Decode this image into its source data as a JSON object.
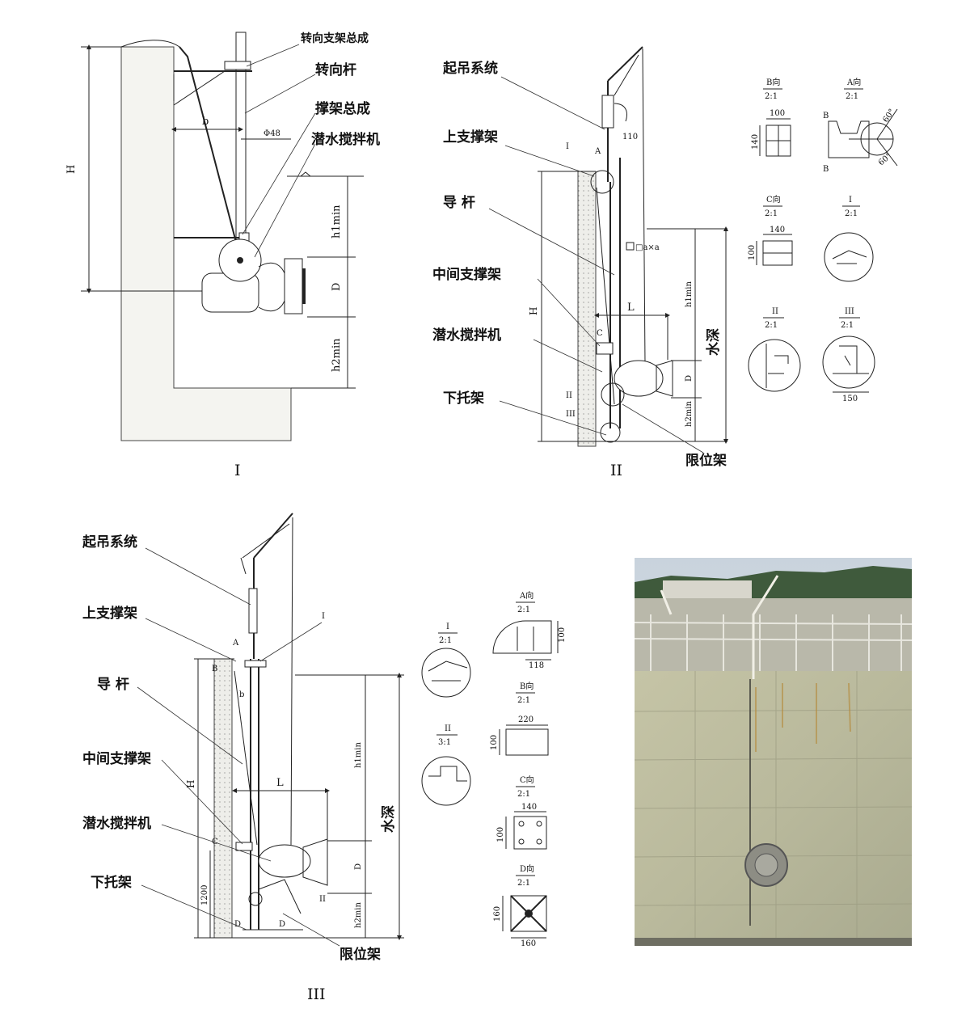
{
  "diagram1": {
    "labels": [
      "转向支架总成",
      "转向杆",
      "撑架总成",
      "潜水搅拌机"
    ],
    "dims": {
      "H": "H",
      "b": "b",
      "phi": "Φ48",
      "h1": "h1min",
      "D": "D",
      "h2": "h2min"
    },
    "caption": "I"
  },
  "diagram2": {
    "labels": [
      "起吊系统",
      "上支撑架",
      "导  杆",
      "中间支撑架",
      "潜水搅拌机",
      "下托架",
      "限位架"
    ],
    "dims": {
      "v110": "110",
      "A": "A",
      "I": "I",
      "square": "□a×a",
      "L": "L",
      "H": "H",
      "C": "C",
      "h1": "h1min",
      "D": "D",
      "h2": "h2min",
      "water": "水深",
      "II": "II",
      "III": "III"
    },
    "caption": "II"
  },
  "details2": {
    "B_title": "B向",
    "B_scale": "2:1",
    "B_w": "100",
    "B_h": "140",
    "A_title": "A向",
    "A_scale": "2:1",
    "A_ang1": "60°",
    "A_ang2": "60°",
    "A_B1": "B",
    "A_B2": "B",
    "C_title": "C向",
    "C_scale": "2:1",
    "C_w": "140",
    "C_h": "100",
    "I_title": "I",
    "I_scale": "2:1",
    "II_title": "II",
    "II_scale": "2:1",
    "III_title": "III",
    "III_scale": "2:1",
    "III_w": "150"
  },
  "diagram3": {
    "labels": [
      "起吊系统",
      "上支撑架",
      "导  杆",
      "中间支撑架",
      "潜水搅拌机",
      "下托架",
      "限位架"
    ],
    "dims": {
      "A": "A",
      "I": "I",
      "B": "B",
      "b": "b",
      "H": "H",
      "L": "L",
      "C": "C",
      "v1200": "1200",
      "D1": "D",
      "D2": "D",
      "h1": "h1min",
      "Dv": "D",
      "h2": "h2min",
      "water": "水深",
      "II": "II"
    },
    "caption": "III"
  },
  "details3": {
    "I_title": "I",
    "I_scale": "2:1",
    "II_title": "II",
    "II_scale": "3:1",
    "A_title": "A向",
    "A_scale": "2:1",
    "A_w": "118",
    "A_h": "100",
    "B_title": "B向",
    "B_scale": "2:1",
    "B_w": "220",
    "B_h": "100",
    "C_title": "C向",
    "C_scale": "2:1",
    "C_w": "140",
    "C_h": "100",
    "D_title": "D向",
    "D_scale": "2:1",
    "D_w": "160",
    "D_h": "160"
  }
}
